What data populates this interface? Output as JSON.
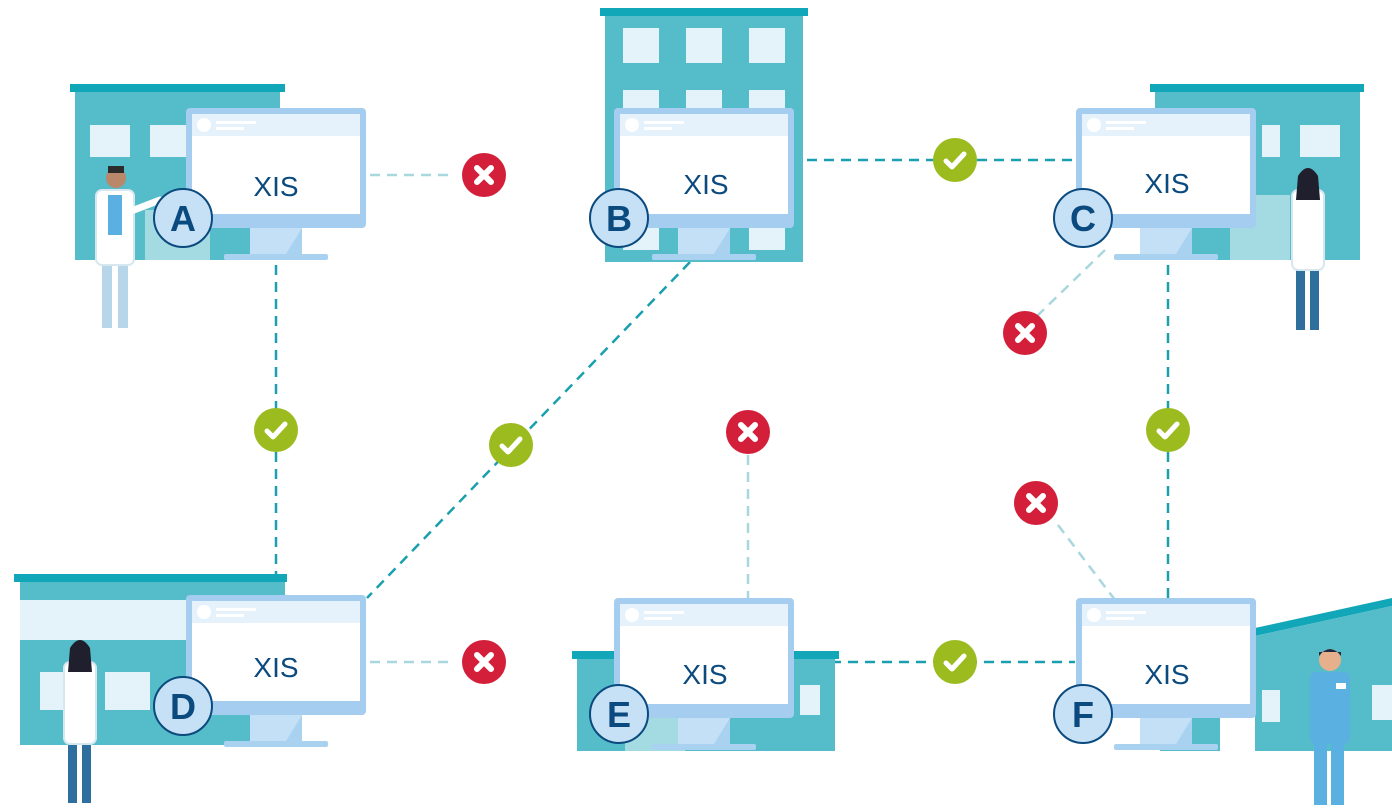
{
  "colors": {
    "building": "#55bcc9",
    "building_roof": "#12a7b8",
    "window": "#e4f3f9",
    "monitor_frame": "#a5cdef",
    "monitor_screen": "#ffffff",
    "monitor_stand": "#a9d2f0",
    "text": "#0b4a7e",
    "badge_fill": "#c6e0f5",
    "badge_stroke": "#0b4a7e",
    "line": "#1a9faf",
    "line_broken": "#a9d7de",
    "ok": "#9bbb1e",
    "error": "#d41f3a"
  },
  "nodes": [
    {
      "id": "A",
      "system_label": "XIS"
    },
    {
      "id": "B",
      "system_label": "XIS"
    },
    {
      "id": "C",
      "system_label": "XIS"
    },
    {
      "id": "D",
      "system_label": "XIS"
    },
    {
      "id": "E",
      "system_label": "XIS"
    },
    {
      "id": "F",
      "system_label": "XIS"
    }
  ],
  "connections": [
    {
      "from": "A",
      "to": "B",
      "status": "failed",
      "icon": "x-icon"
    },
    {
      "from": "B",
      "to": "C",
      "status": "connected",
      "icon": "check-icon"
    },
    {
      "from": "A",
      "to": "D",
      "status": "connected",
      "icon": "check-icon"
    },
    {
      "from": "B",
      "to": "D",
      "status": "connected",
      "icon": "check-icon"
    },
    {
      "from": "C",
      "to": "none",
      "status": "failed",
      "icon": "x-icon"
    },
    {
      "from": "C",
      "to": "F",
      "status": "connected",
      "icon": "check-icon"
    },
    {
      "from": "E",
      "to": "none",
      "status": "failed",
      "icon": "x-icon"
    },
    {
      "from": "F",
      "to": "none",
      "status": "failed",
      "icon": "x-icon"
    },
    {
      "from": "D",
      "to": "E",
      "status": "failed",
      "icon": "x-icon"
    },
    {
      "from": "E",
      "to": "F",
      "status": "connected",
      "icon": "check-icon"
    }
  ]
}
